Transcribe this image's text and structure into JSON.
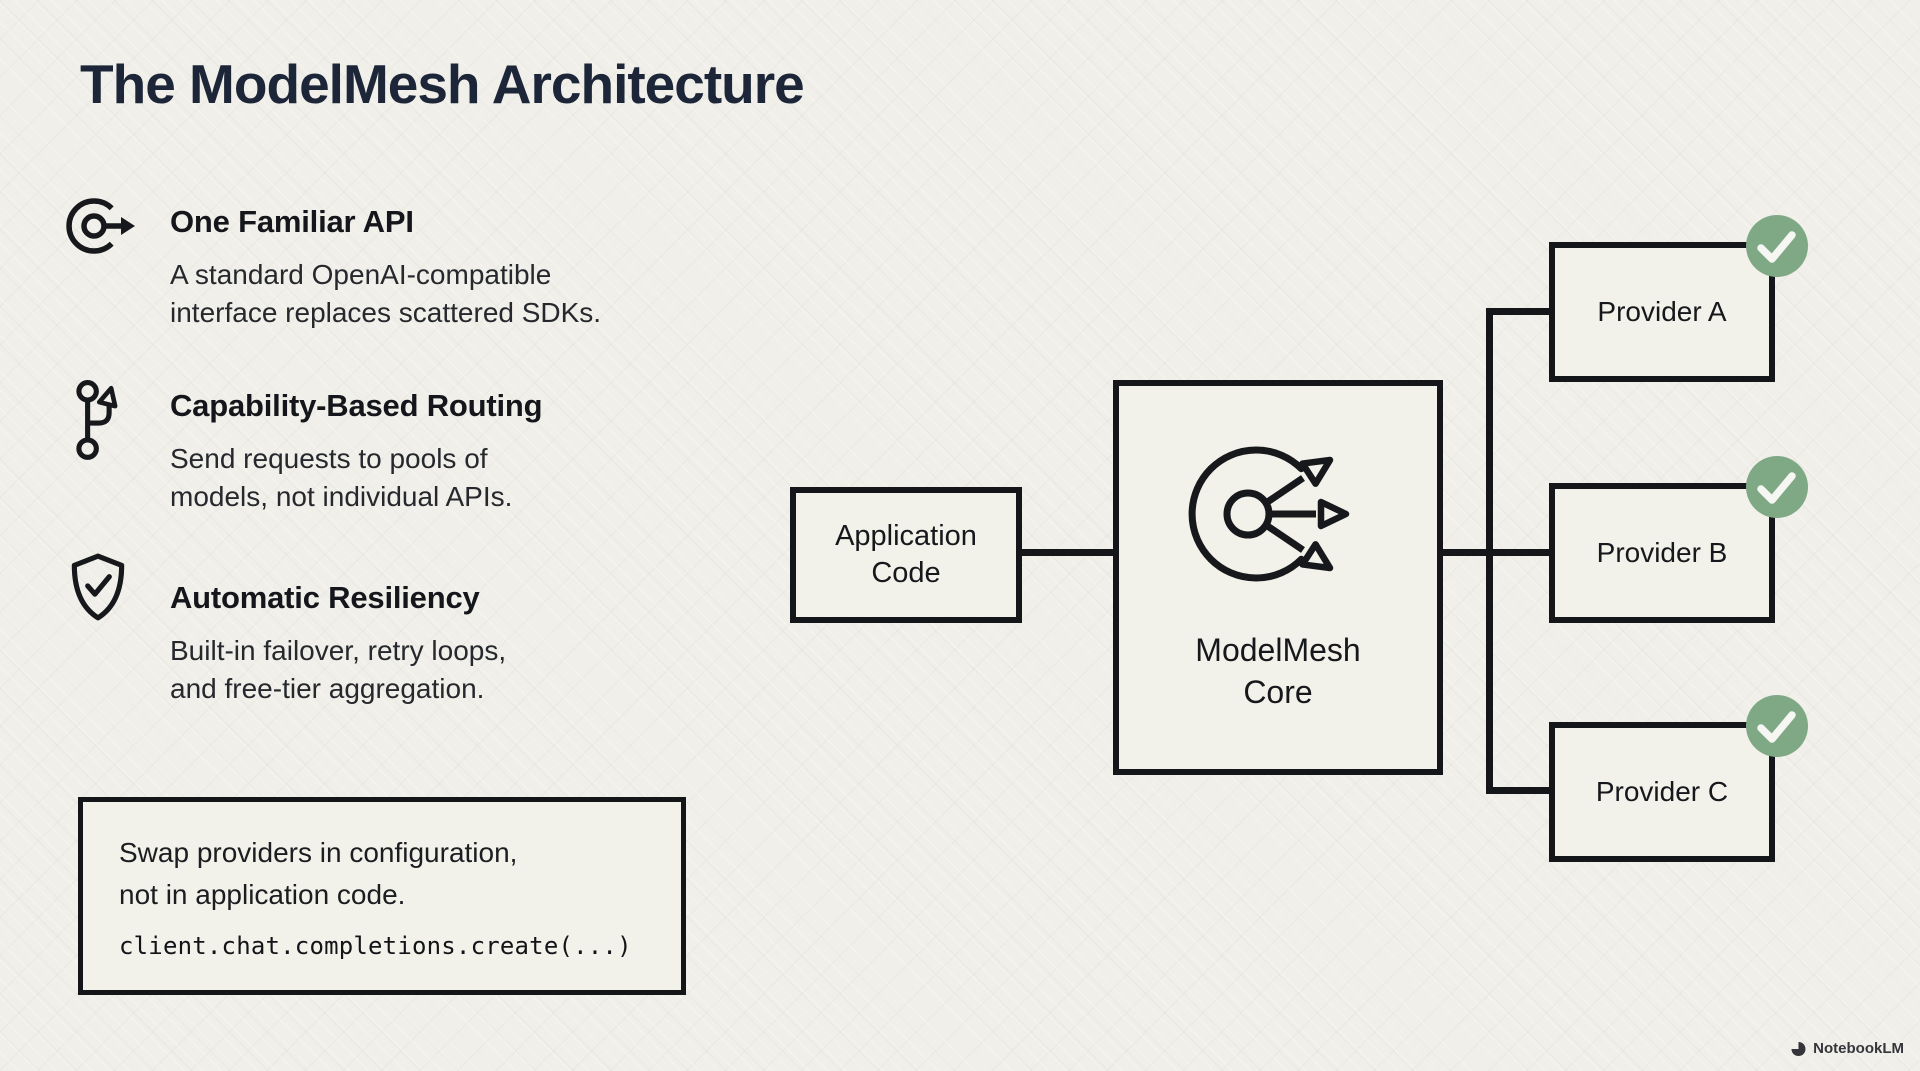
{
  "header": {
    "title": "The ModelMesh Architecture"
  },
  "features": [
    {
      "icon": "api-endpoint-icon",
      "title": "One Familiar API",
      "desc_line1": "A standard OpenAI-compatible",
      "desc_line2": "interface replaces scattered SDKs."
    },
    {
      "icon": "branch-routing-icon",
      "title": "Capability-Based Routing",
      "desc_line1": "Send requests to pools of",
      "desc_line2": "models, not individual APIs."
    },
    {
      "icon": "shield-check-icon",
      "title": "Automatic Resiliency",
      "desc_line1": "Built-in failover, retry loops,",
      "desc_line2": "and free-tier aggregation."
    }
  ],
  "callout": {
    "line1": "Swap providers in configuration,",
    "line2": "not in application code.",
    "code": "client.chat.completions.create(...)"
  },
  "diagram": {
    "app_box": {
      "line1": "Application",
      "line2": "Code"
    },
    "core_box": {
      "icon": "fan-out-icon",
      "line1": "ModelMesh",
      "line2": "Core"
    },
    "providers": [
      {
        "label": "Provider A",
        "status_icon": "check-icon"
      },
      {
        "label": "Provider B",
        "status_icon": "check-icon"
      },
      {
        "label": "Provider C",
        "status_icon": "check-icon"
      }
    ]
  },
  "footer": {
    "brand": "NotebookLM",
    "brand_icon": "notebooklm-logo-icon"
  },
  "colors": {
    "background": "#f0efe9",
    "box_fill": "#f2f1ea",
    "ink": "#15161a",
    "title": "#1c2638",
    "badge_green": "#7fa885",
    "check_white": "#f6f7f3"
  }
}
